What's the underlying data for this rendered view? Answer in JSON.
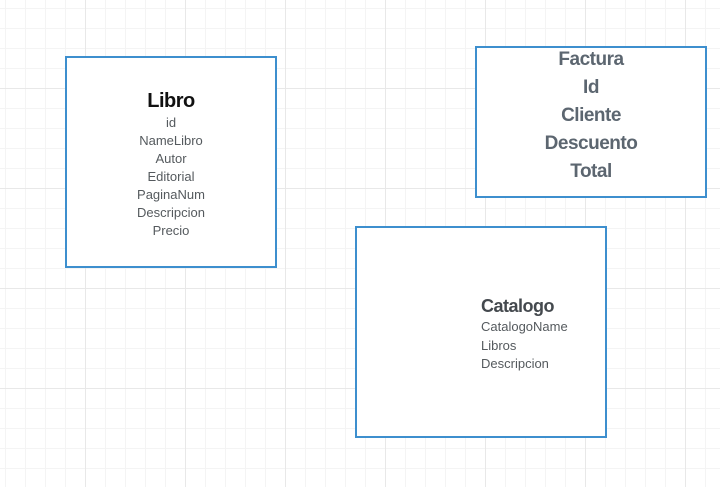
{
  "libro": {
    "title": "Libro",
    "fields": [
      "id",
      "NameLibro",
      "Autor",
      "Editorial",
      "PaginaNum",
      "Descripcion",
      "Precio"
    ]
  },
  "factura": {
    "lines": [
      "Factura",
      "Id",
      "Cliente",
      "Descuento",
      "Total"
    ]
  },
  "catalogo": {
    "title": "Catalogo",
    "fields": [
      "CatalogoName",
      "Libros",
      "Descripcion"
    ]
  },
  "colors": {
    "box_border": "#3d8fce",
    "grid": "#e8e8e8"
  }
}
